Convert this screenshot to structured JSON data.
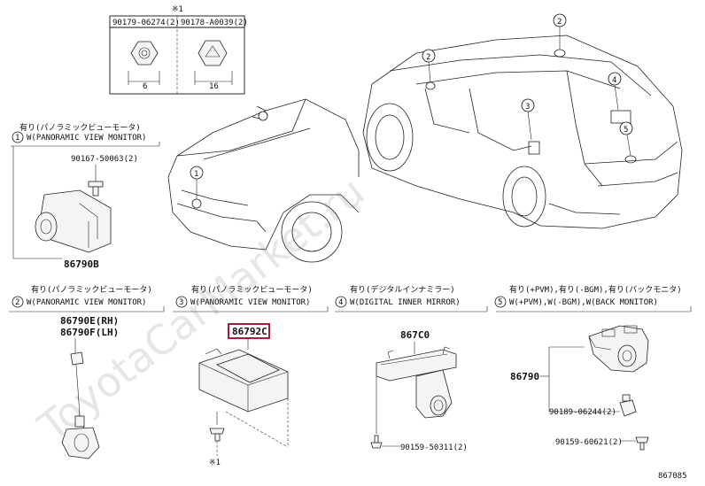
{
  "watermark": "ToyotaCarMarket.ru",
  "hardware_box": {
    "note_mark": "※1",
    "left_part": "90179-06274(2)",
    "right_part": "90178-A0039(2)",
    "left_dim": "6",
    "right_dim": "16"
  },
  "car_callouts": [
    "1",
    "2",
    "3",
    "4",
    "5"
  ],
  "sections": [
    {
      "num": "1",
      "line1": "有り(パノラミックビューモータ)",
      "line2": "W(PANORAMIC VIEW MONITOR)"
    },
    {
      "num": "2",
      "line1": "有り(パノラミックビューモータ)",
      "line2": "W(PANORAMIC VIEW MONITOR)"
    },
    {
      "num": "3",
      "line1": "有り(パノラミックビューモータ)",
      "line2": "W(PANORAMIC VIEW MONITOR)"
    },
    {
      "num": "4",
      "line1": "有り(デジタルインナミラー)",
      "line2": "W(DIGITAL INNER MIRROR)"
    },
    {
      "num": "5",
      "line1": "有り(+PVM),有り(-BGM),有り(バックモニタ)",
      "line2": "W(+PVM),W(-BGM),W(BACK MONITOR)"
    }
  ],
  "parts": {
    "p90167": "90167-50063(2)",
    "p86790B": "86790B",
    "p86790E_RH": "86790E(RH)",
    "p86790F_LH": "86790F(LH)",
    "p86792C": "86792C",
    "sec3_note": "※1",
    "p867C0": "867C0",
    "p90159_50311": "90159-50311(2)",
    "p86790": "86790",
    "p90189": "90189-06244(2)",
    "p90159_60621": "90159-60621(2)"
  },
  "diagram_code": "867085"
}
